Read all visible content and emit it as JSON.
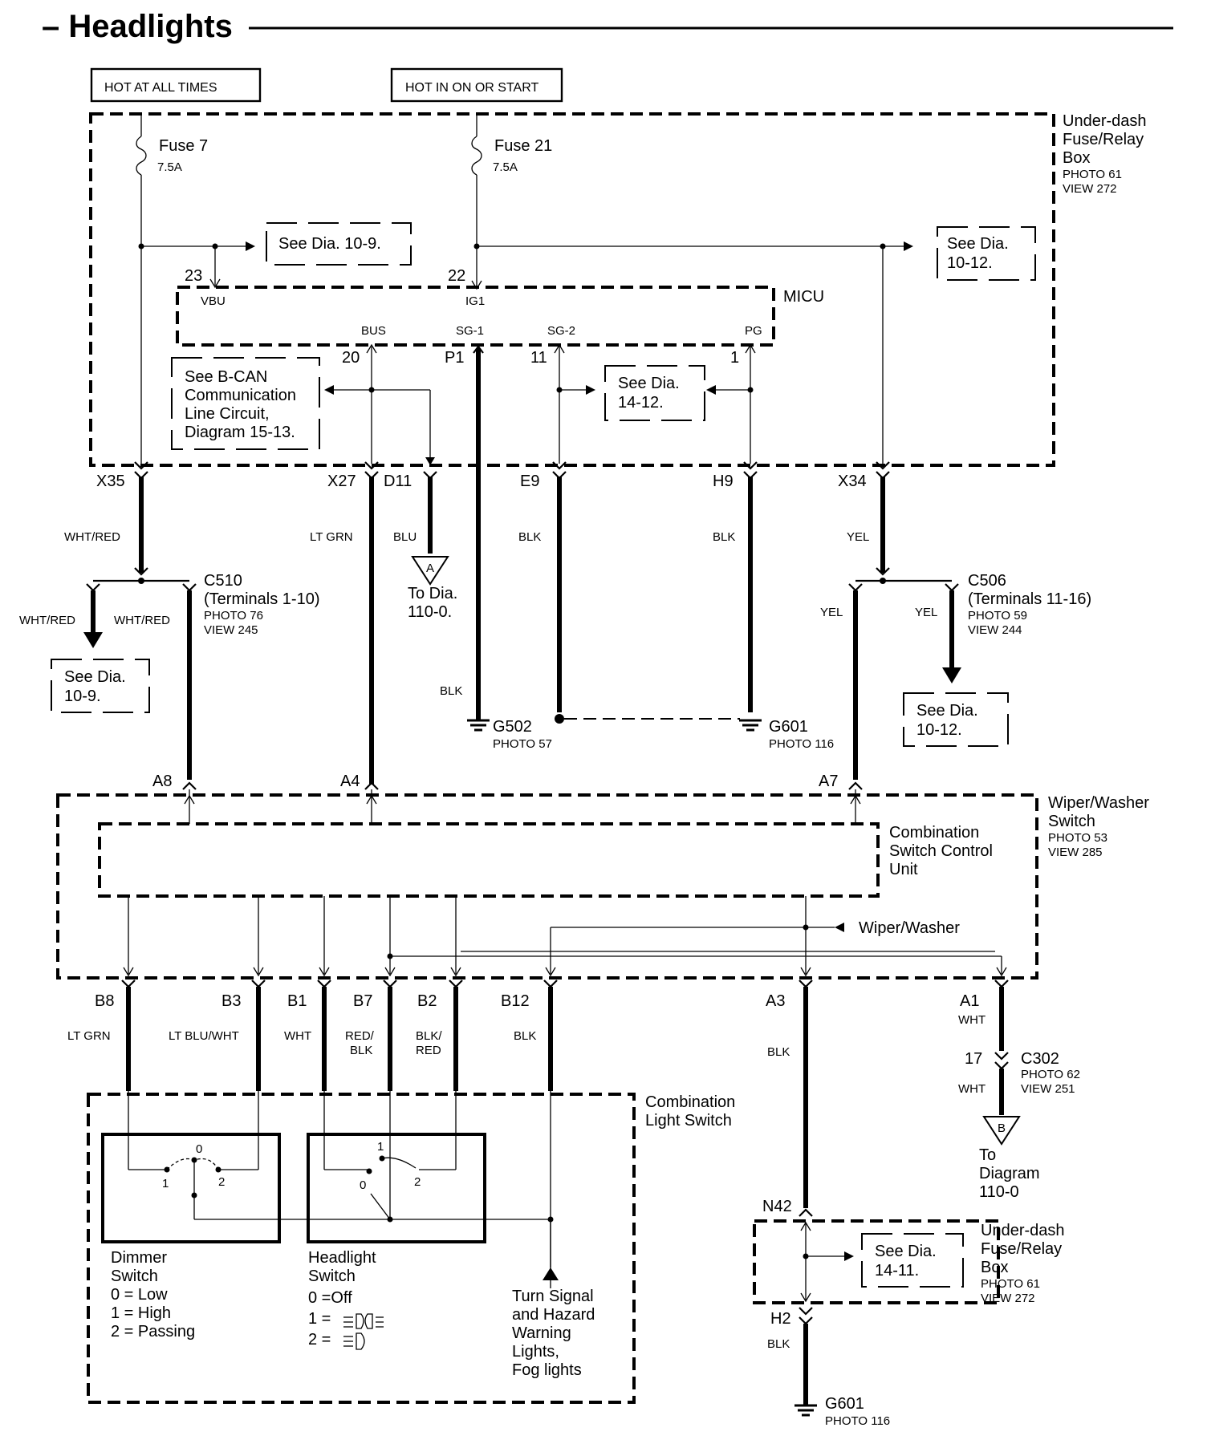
{
  "title": "– Headlights",
  "power": {
    "hot_always": "HOT AT ALL TIMES",
    "hot_on_start": "HOT IN ON OR START"
  },
  "fuses": [
    {
      "name": "Fuse 7",
      "rating": "7.5A"
    },
    {
      "name": "Fuse 21",
      "rating": "7.5A"
    }
  ],
  "underdash_top": {
    "line1": "Under-dash",
    "line2": "Fuse/Relay",
    "line3": "Box",
    "photo": "PHOTO 61",
    "view": "VIEW 272"
  },
  "micu": {
    "label": "MICU",
    "pins": {
      "vbu": "VBU",
      "ig1": "IG1",
      "bus": "BUS",
      "sg1": "SG-1",
      "sg2": "SG-2",
      "pg": "PG"
    },
    "pin_numbers": {
      "p23": "23",
      "p22": "22",
      "p20": "20",
      "pP1": "P1",
      "p11": "11",
      "p1": "1"
    }
  },
  "refs": {
    "see_10_9_top": "See Dia. 10-9.",
    "see_10_12_top_l1": "See Dia.",
    "see_10_12_top_l2": "10-12.",
    "bcan_l1": "See B-CAN",
    "bcan_l2": "Communication",
    "bcan_l3": "Line Circuit,",
    "bcan_l4": "Diagram 15-13.",
    "see_14_12_l1": "See Dia.",
    "see_14_12_l2": "14-12.",
    "see_10_9_mid_l1": "See Dia.",
    "see_10_9_mid_l2": "10-9.",
    "see_10_12_mid_l1": "See Dia.",
    "see_10_12_mid_l2": "10-12.",
    "see_14_11_l1": "See Dia.",
    "see_14_11_l2": "14-11."
  },
  "terminals": {
    "x35": "X35",
    "x27": "X27",
    "d11": "D11",
    "e9": "E9",
    "h9": "H9",
    "x34": "X34",
    "a8": "A8",
    "a4": "A4",
    "a7": "A7",
    "b8": "B8",
    "b3": "B3",
    "b1": "B1",
    "b7": "B7",
    "b2": "B2",
    "b12": "B12",
    "a3": "A3",
    "a1": "A1",
    "n42": "N42",
    "h2": "H2",
    "c302_pin": "17"
  },
  "wires": {
    "wht_red": "WHT/RED",
    "lt_grn": "LT GRN",
    "blu": "BLU",
    "blk": "BLK",
    "yel": "YEL",
    "lt_blu_wht": "LT BLU/WHT",
    "wht": "WHT",
    "red_blk_l1": "RED/",
    "red_blk_l2": "BLK",
    "blk_red_l1": "BLK/",
    "blk_red_l2": "RED"
  },
  "connectors": {
    "c510": "C510",
    "c510_sub": "(Terminals 1-10)",
    "c510_photo": "PHOTO 76",
    "c510_view": "VIEW 245",
    "c506": "C506",
    "c506_sub": "(Terminals 11-16)",
    "c506_photo": "PHOTO 59",
    "c506_view": "VIEW 244",
    "c302": "C302",
    "c302_photo": "PHOTO 62",
    "c302_view": "VIEW 251"
  },
  "grounds": {
    "g502": "G502",
    "g502_photo": "PHOTO 57",
    "g601": "G601",
    "g601_photo": "PHOTO 116",
    "g601b": "G601",
    "g601b_photo": "PHOTO 116"
  },
  "offpage": {
    "a_letter": "A",
    "a_text_l1": "To Dia.",
    "a_text_l2": "110-0.",
    "b_letter": "B",
    "b_text_l1": "To",
    "b_text_l2": "Diagram",
    "b_text_l3": "110-0"
  },
  "wiper_switch": {
    "line1": "Wiper/Washer",
    "line2": "Switch",
    "photo": "PHOTO 53",
    "view": "VIEW 285"
  },
  "control_unit": {
    "line1": "Combination",
    "line2": "Switch Control",
    "line3": "Unit"
  },
  "wiper_washer_label": "Wiper/Washer",
  "light_switch": {
    "line1": "Combination",
    "line2": "Light Switch"
  },
  "dimmer": {
    "line1": "Dimmer",
    "line2": "Switch",
    "pos0": "0 = Low",
    "pos1": "1 = High",
    "pos2": "2 = Passing",
    "n0": "0",
    "n1": "1",
    "n2": "2"
  },
  "headlight": {
    "line1": "Headlight",
    "line2": "Switch",
    "pos0": "0 =Off",
    "pos1": "1 =",
    "pos2": "2 =",
    "n0": "0",
    "n1": "1",
    "n2": "2"
  },
  "turn_signal": {
    "l1": "Turn Signal",
    "l2": "and Hazard",
    "l3": "Warning",
    "l4": "Lights,",
    "l5": "Fog lights"
  },
  "underdash_bottom": {
    "line1": "Under-dash",
    "line2": "Fuse/Relay",
    "line3": "Box",
    "photo": "PHOTO 61",
    "view": "VIEW 272"
  }
}
